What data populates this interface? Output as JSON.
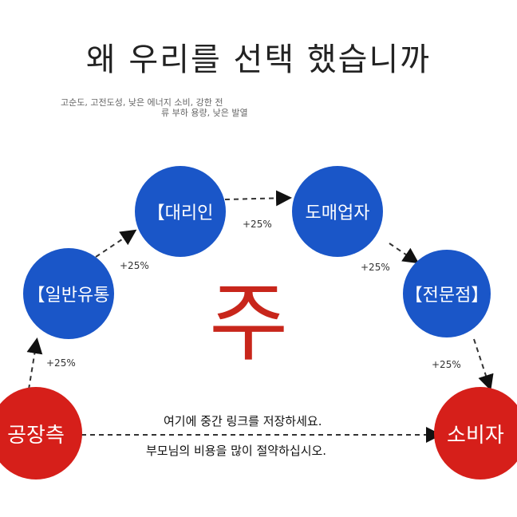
{
  "title": "왜 우리를 선택 했습니까",
  "subtitle": {
    "line1": "고순도, 고전도성, 낮은 에너지 소비, 강한 전",
    "line2": "류 부하 용량, 낮은 발열"
  },
  "nodes": {
    "general": "【일반유통",
    "agent": "【대리인",
    "wholesaler": "도매업자",
    "specialty": "【전문점】",
    "factory": "공장측",
    "consumer": "소비자"
  },
  "percents": {
    "p1": "+25%",
    "p2": "+25%",
    "p3": "+25%",
    "p4": "+25%",
    "p5": "+25%"
  },
  "center_char": "주",
  "notes": {
    "top": "여기에 중간 링크를 저장하세요.",
    "bottom": "부모님의 비용을 많이 절약하십시오."
  },
  "colors": {
    "blue": "#1a56c8",
    "red": "#d61f1a"
  }
}
